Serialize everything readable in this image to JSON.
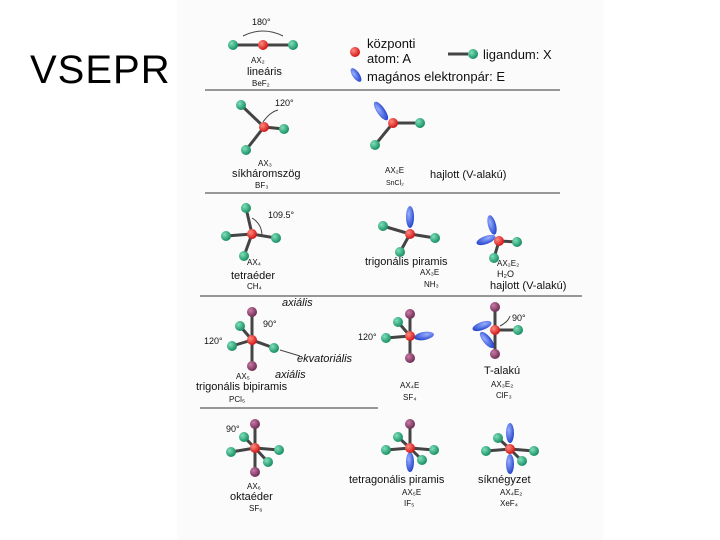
{
  "slide": {
    "title": "VSEPR"
  },
  "colors": {
    "central": "#e02020",
    "ligand": "#1aa87a",
    "lone_pair": "#3a5ee8",
    "axial": "#8a3a64",
    "bond": "#4a4a4a",
    "panel": "#fbfbfb"
  },
  "legend": {
    "central_line1": "központi",
    "central_line2": "atom: A",
    "ligand": "ligandum: X",
    "lone_pair": "magános elektronpár: E"
  },
  "angles": {
    "a180": "180°",
    "a120": "120°",
    "a109": "109.5°",
    "a90": "90°",
    "a120b": "120°",
    "a120c": "120°",
    "a90b": "90°",
    "a90c": "90°"
  },
  "labels": {
    "axiális_top": "axiális",
    "axiális_bottom": "axiális",
    "ekvatoriális": "ekvatoriális"
  },
  "molecules": {
    "linear": {
      "formula": "AX₂",
      "name": "lineáris",
      "example": "BeF₂"
    },
    "trigonal_planar": {
      "formula": "AX₃",
      "name": "síkháromszög",
      "example": "BF₃"
    },
    "bent_ax2e": {
      "formula": "AX₂E",
      "name": "hajlott (V-alakú)",
      "example": "SnCl₂"
    },
    "tetrahedral": {
      "formula": "AX₄",
      "name": "tetraéder",
      "example": "CH₄"
    },
    "trigonal_pyramid": {
      "formula": "AX₃E",
      "name": "trigonális piramis",
      "example": "NH₃"
    },
    "bent_ax2e2": {
      "formula": "AX₂E₂",
      "name": "hajlott (V-alakú)",
      "example": "H₂O"
    },
    "tbp": {
      "formula": "AX₅",
      "name": "trigonális bipiramis",
      "example": "PCl₅"
    },
    "seesaw": {
      "formula": "AX₄E",
      "name": "",
      "example": "SF₄"
    },
    "t_shape": {
      "formula": "AX₃E₂",
      "name": "T-alakú",
      "example": "ClF₃"
    },
    "octahedral": {
      "formula": "AX₆",
      "name": "oktaéder",
      "example": "SF₆"
    },
    "square_pyramid": {
      "formula": "AX₅E",
      "name": "tetragonális piramis",
      "example": "IF₅"
    },
    "square_planar": {
      "formula": "AX₄E₂",
      "name": "síknégyzet",
      "example": "XeF₄"
    }
  }
}
